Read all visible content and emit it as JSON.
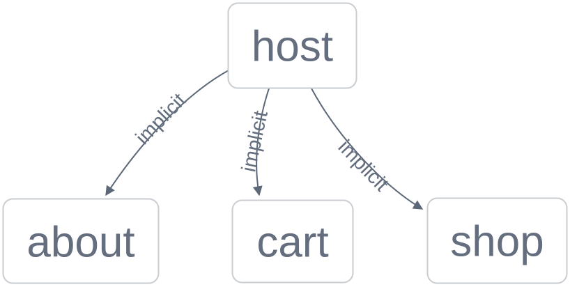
{
  "diagram": {
    "type": "graph",
    "direction": "top-down",
    "nodes": [
      {
        "id": "host",
        "label": "host"
      },
      {
        "id": "about",
        "label": "about"
      },
      {
        "id": "cart",
        "label": "cart"
      },
      {
        "id": "shop",
        "label": "shop"
      }
    ],
    "edges": [
      {
        "from": "host",
        "to": "about",
        "label": "implicit"
      },
      {
        "from": "host",
        "to": "cart",
        "label": "implicit"
      },
      {
        "from": "host",
        "to": "shop",
        "label": "implicit"
      }
    ],
    "colors": {
      "background": "#ffffff",
      "node_fill": "#ffffff",
      "node_border": "#c9ccd1",
      "node_text": "#646e7e",
      "edge_line": "#5c6878",
      "edge_label_text": "#646e7e"
    }
  }
}
